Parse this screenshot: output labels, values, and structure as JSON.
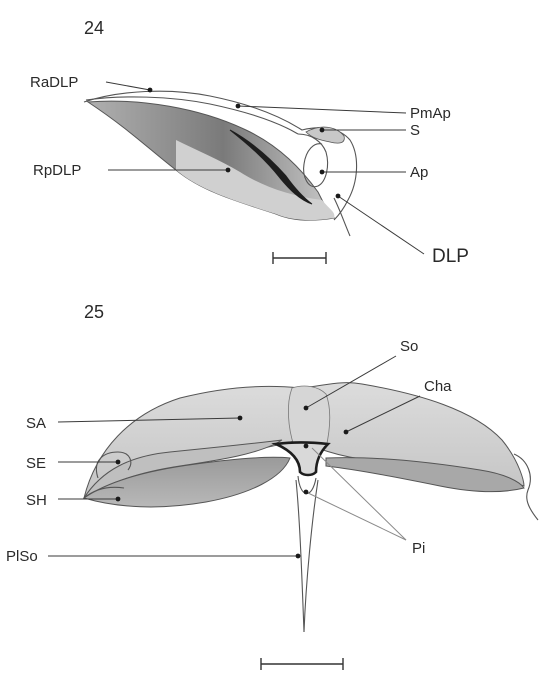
{
  "figure_24": {
    "number": "24",
    "labels": {
      "RaDLP": "RaDLP",
      "PmAp": "PmAp",
      "S": "S",
      "RpDLP": "RpDLP",
      "Ap": "Ap",
      "DLP": "DLP"
    }
  },
  "figure_25": {
    "number": "25",
    "labels": {
      "So": "So",
      "Cha": "Cha",
      "SA": "SA",
      "SE": "SE",
      "SH": "SH",
      "Pi": "Pi",
      "PlSo": "PlSo"
    }
  },
  "colors": {
    "dark_fill": "#7d7d7d",
    "mid_fill": "#a9a9a9",
    "light_fill": "#cfcfcf",
    "black_band": "#1e1e1e",
    "outline": "#555555"
  }
}
